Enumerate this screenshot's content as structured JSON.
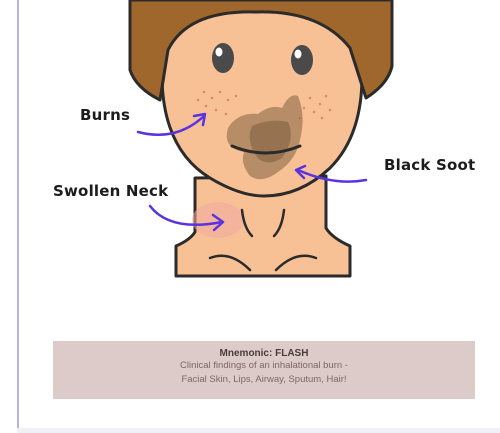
{
  "labels": {
    "burns": "Burns",
    "black_soot": "Black Soot",
    "swollen_neck": "Swollen Neck"
  },
  "caption": {
    "title": "Mnemonic: FLASH",
    "line1": "Clinical findings of an inhalational burn -",
    "line2": "Facial Skin, Lips, Airway, Sputum, Hair!"
  },
  "colors": {
    "skin": "#f7c195",
    "hair": "#a0672c",
    "outline": "#2b2b2b",
    "arrow": "#5a33e0",
    "soot": "#8a6a4a",
    "caption_bg": "#dccbc9",
    "frame_border": "#b9b2e6"
  }
}
